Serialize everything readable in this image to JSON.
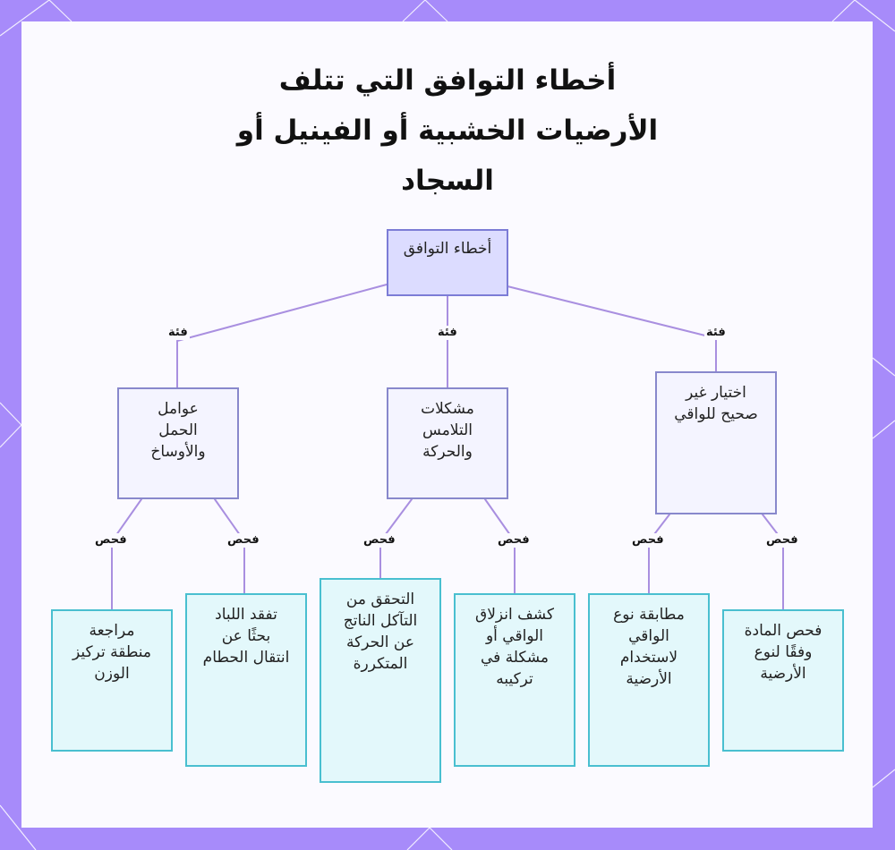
{
  "diagram": {
    "title": "أخطاء التوافق التي تتلف الأرضيات الخشبية أو الفينيل أو السجاد",
    "root": {
      "label": "أخطاء التوافق"
    },
    "categories": [
      {
        "label": "عوامل الحمل والأوساخ"
      },
      {
        "label": "مشكلات التلامس والحركة"
      },
      {
        "label": "اختيار غير صحيح للواقي"
      }
    ],
    "leaves": [
      {
        "label": "مراجعة منطقة تركيز الوزن"
      },
      {
        "label": "تفقد اللباد بحثًا عن انتقال الحطام"
      },
      {
        "label": "التحقق من التآكل الناتج عن الحركة المتكررة"
      },
      {
        "label": "كشف انزلاق الواقي أو مشكلة في تركيبه"
      },
      {
        "label": "مطابقة نوع الواقي لاستخدام الأرضية"
      },
      {
        "label": "فحص المادة وفقًا لنوع الأرضية"
      }
    ],
    "edge_labels": {
      "category": "فئة",
      "check": "فحص"
    }
  }
}
